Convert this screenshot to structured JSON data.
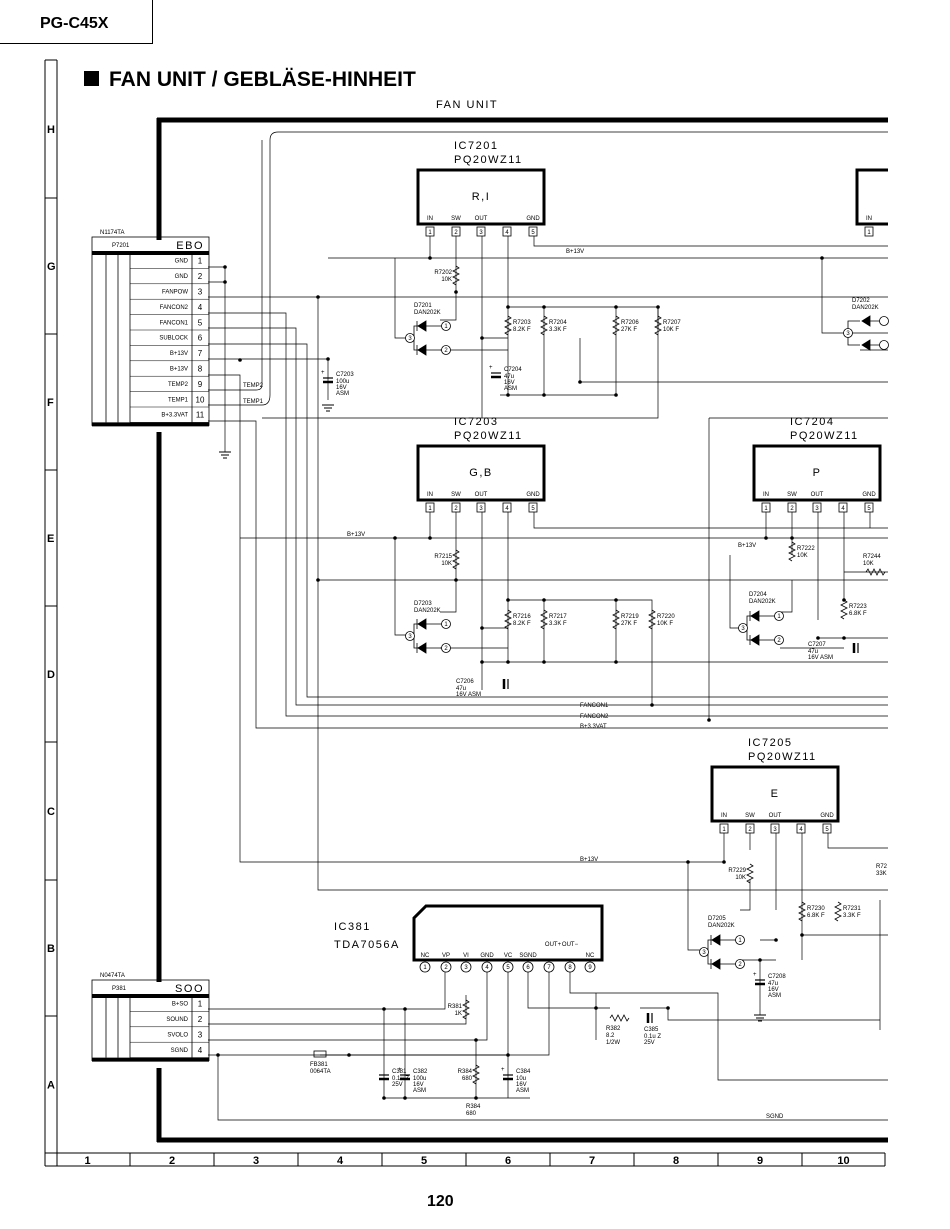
{
  "header": {
    "model": "PG-C45X",
    "title": "FAN UNIT / GEBLÄSE-HINHEIT",
    "unit_label": "FAN UNIT"
  },
  "page_number": "120",
  "grid": {
    "rows": [
      "H",
      "G",
      "F",
      "E",
      "D",
      "C",
      "B",
      "A"
    ],
    "cols": [
      "1",
      "2",
      "3",
      "4",
      "5",
      "6",
      "7",
      "8",
      "9",
      "10"
    ]
  },
  "connectors": {
    "ebo": {
      "part": "N1174TA",
      "ref": "P7201",
      "name": "EBO",
      "pins": [
        {
          "label": "GND",
          "num": "1"
        },
        {
          "label": "GND",
          "num": "2"
        },
        {
          "label": "FANPOW",
          "num": "3"
        },
        {
          "label": "FANCON2",
          "num": "4"
        },
        {
          "label": "FANCON1",
          "num": "5"
        },
        {
          "label": "SUBLOCK",
          "num": "6"
        },
        {
          "label": "B+13V",
          "num": "7"
        },
        {
          "label": "B+13V",
          "num": "8"
        },
        {
          "label": "TEMP2",
          "num": "9"
        },
        {
          "label": "TEMP1",
          "num": "10"
        },
        {
          "label": "B+3.3VAT",
          "num": "11"
        }
      ]
    },
    "soo": {
      "part": "N0474TA",
      "ref": "P381",
      "name": "SOO",
      "pins": [
        {
          "label": "B+SO",
          "num": "1"
        },
        {
          "label": "SOUND",
          "num": "2"
        },
        {
          "label": "SVOLO",
          "num": "3"
        },
        {
          "label": "SGND",
          "num": "4"
        }
      ]
    }
  },
  "ics": [
    {
      "ref": "IC7201",
      "part": "PQ20WZ11",
      "name": "R,I",
      "pins": [
        "IN",
        "SW",
        "OUT",
        "",
        "GND"
      ],
      "nums": [
        "1",
        "2",
        "3",
        "4",
        "5"
      ]
    },
    {
      "ref": "IC7203",
      "part": "PQ20WZ11",
      "name": "G,B",
      "pins": [
        "IN",
        "SW",
        "OUT",
        "",
        "GND"
      ],
      "nums": [
        "1",
        "2",
        "3",
        "4",
        "5"
      ]
    },
    {
      "ref": "IC7204",
      "part": "PQ20WZ11",
      "name": "P",
      "pins": [
        "IN",
        "SW",
        "OUT",
        "",
        "GND"
      ],
      "nums": [
        "1",
        "2",
        "3",
        "4",
        "5"
      ]
    },
    {
      "ref": "IC7205",
      "part": "PQ20WZ11",
      "name": "E",
      "pins": [
        "IN",
        "SW",
        "OUT",
        "",
        "GND"
      ],
      "nums": [
        "1",
        "2",
        "3",
        "4",
        "5"
      ]
    },
    {
      "ref": "IC381",
      "part": "TDA7056A",
      "name": "",
      "pins": [
        "NC",
        "VP",
        "VI",
        "GND",
        "VC",
        "SGND",
        "OUT+",
        "OUT−",
        "NC"
      ],
      "nums": [
        "1",
        "2",
        "3",
        "4",
        "5",
        "6",
        "7",
        "8",
        "9"
      ]
    }
  ],
  "partial_ic_pin": {
    "pin": "IN",
    "num": "1"
  },
  "diodes": [
    {
      "ref": "D7201",
      "part": "DAN202K"
    },
    {
      "ref": "D7202",
      "part": "DAN202K"
    },
    {
      "ref": "D7203",
      "part": "DAN202K"
    },
    {
      "ref": "D7204",
      "part": "DAN202K"
    },
    {
      "ref": "D7205",
      "part": "DAN202K"
    }
  ],
  "diode_pins": [
    "1",
    "2",
    "3"
  ],
  "resistors": [
    {
      "ref": "R7202",
      "value": "10K"
    },
    {
      "ref": "R7203",
      "value": "8.2K F"
    },
    {
      "ref": "R7204",
      "value": "3.3K F"
    },
    {
      "ref": "R7206",
      "value": "27K F"
    },
    {
      "ref": "R7207",
      "value": "10K F"
    },
    {
      "ref": "R7215",
      "value": "10K"
    },
    {
      "ref": "R7216",
      "value": "8.2K F"
    },
    {
      "ref": "R7217",
      "value": "3.3K F"
    },
    {
      "ref": "R7219",
      "value": "27K F"
    },
    {
      "ref": "R7220",
      "value": "10K F"
    },
    {
      "ref": "R7222",
      "value": "10K"
    },
    {
      "ref": "R7223",
      "value": "6.8K F"
    },
    {
      "ref": "R7244",
      "value": "10K"
    },
    {
      "ref": "R7229",
      "value": "10K"
    },
    {
      "ref": "R7230",
      "value": "6.8K F"
    },
    {
      "ref": "R7231",
      "value": "3.3K F"
    },
    {
      "ref": "R381",
      "value": "1K"
    },
    {
      "ref": "R382",
      "value": "8.2",
      "extra": "1/2W"
    },
    {
      "ref": "R384",
      "value": "680"
    }
  ],
  "capacitors": [
    {
      "ref": "C7203",
      "lines": [
        "100u",
        "16V",
        "ASM"
      ]
    },
    {
      "ref": "C7204",
      "lines": [
        "47u",
        "16V",
        "ASM"
      ]
    },
    {
      "ref": "C7206",
      "lines": [
        "47u",
        "16V ASM"
      ]
    },
    {
      "ref": "C7207",
      "lines": [
        "47u",
        "16V ASM"
      ]
    },
    {
      "ref": "C7208",
      "lines": [
        "47u",
        "16V",
        "ASM"
      ]
    },
    {
      "ref": "C381",
      "lines": [
        "0.1u Z",
        "25V"
      ]
    },
    {
      "ref": "C382",
      "lines": [
        "100u",
        "16V",
        "ASM"
      ]
    },
    {
      "ref": "C384",
      "lines": [
        "10u",
        "16V",
        "ASM"
      ]
    },
    {
      "ref": "C385",
      "lines": [
        "0.1u Z",
        "25V"
      ]
    }
  ],
  "misc": {
    "fb_ref": "FB381",
    "fb_part": "0064TA",
    "partial_r_right": "R72",
    "partial_r_right_val": "33K"
  },
  "nets": {
    "b13v": "B+13V",
    "temp2": "TEMP2",
    "temp1": "TEMP1",
    "fancon1": "FANCON1",
    "fancon2": "FANCON2",
    "b33vat": "B+3.3VAT",
    "sgnd": "SGND"
  }
}
